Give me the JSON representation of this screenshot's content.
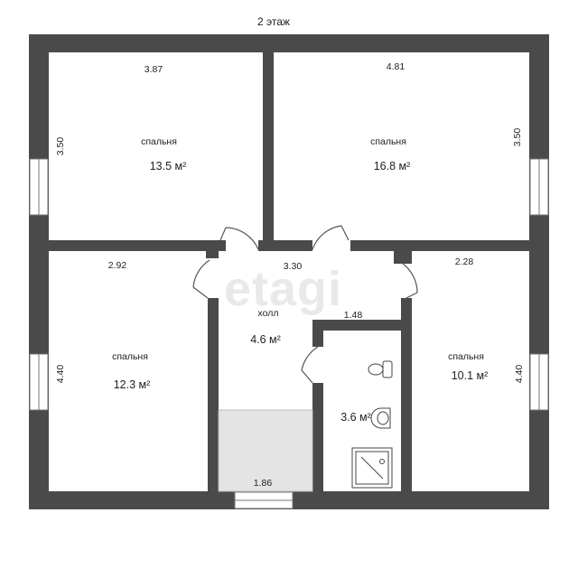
{
  "floor": {
    "title": "2 этаж"
  },
  "watermark": "etagi",
  "colors": {
    "wall": "#4a4a4a",
    "stair": "#e4e4e4",
    "door": "#555555"
  },
  "rooms": [
    {
      "id": "bedroom-1",
      "label": "спальня",
      "area": "13.5 м²"
    },
    {
      "id": "bedroom-2",
      "label": "спальня",
      "area": "16.8 м²"
    },
    {
      "id": "bedroom-3",
      "label": "спальня",
      "area": "12.3 м²"
    },
    {
      "id": "hall",
      "label": "холл",
      "area": "4.6 м²"
    },
    {
      "id": "bathroom",
      "label": "",
      "area": "3.6 м²"
    },
    {
      "id": "bedroom-4",
      "label": "спальня",
      "area": "10.1 м²"
    }
  ],
  "dimensions": {
    "top_left_width": "3.87",
    "top_right_width": "4.81",
    "left_top_height": "3.50",
    "right_top_height": "3.50",
    "bottom_left_width": "2.92",
    "hall_width": "3.30",
    "bottom_right_width": "2.28",
    "bath_width": "1.48",
    "left_bottom_height": "4.40",
    "right_bottom_height": "4.40",
    "stair_width": "1.86"
  },
  "icons": [
    "toilet-icon",
    "sink-icon",
    "shower-icon"
  ]
}
